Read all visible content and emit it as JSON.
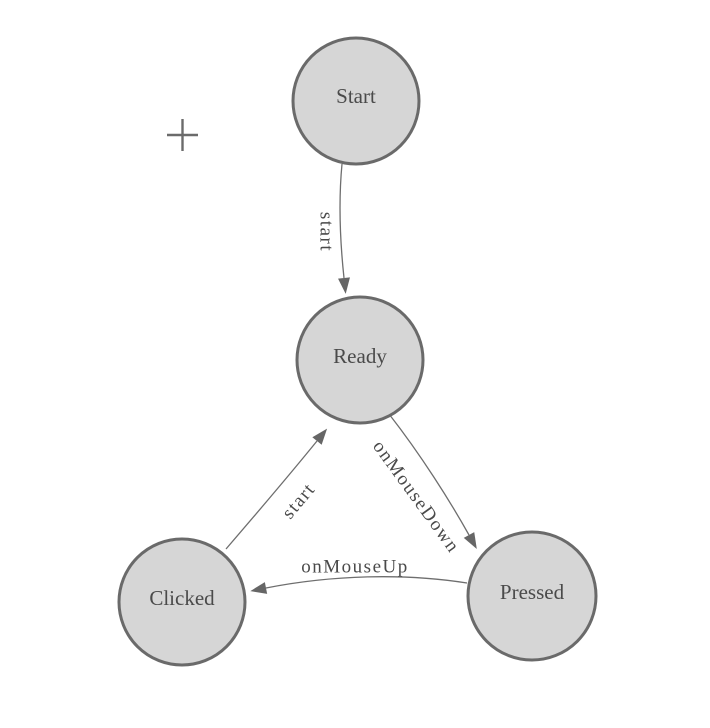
{
  "diagram": {
    "type": "finite-state-machine",
    "background": "#ffffff",
    "colors": {
      "node_fill": "#d6d6d6",
      "node_border": "#6a6a6a",
      "edge_line": "#6e6e6e",
      "arrow_fill": "#666666",
      "label_text": "#4a4a4a",
      "cursor": "#6b6b6b"
    },
    "nodes": [
      {
        "id": "start",
        "label": "Start"
      },
      {
        "id": "ready",
        "label": "Ready"
      },
      {
        "id": "clicked",
        "label": "Clicked"
      },
      {
        "id": "pressed",
        "label": "Pressed"
      }
    ],
    "edges": [
      {
        "from": "start",
        "to": "ready",
        "label": "start"
      },
      {
        "from": "ready",
        "to": "pressed",
        "label": "onMouseDown"
      },
      {
        "from": "pressed",
        "to": "clicked",
        "label": "onMouseUp"
      },
      {
        "from": "clicked",
        "to": "ready",
        "label": "start"
      }
    ],
    "cursor": {
      "icon": "crosshair"
    }
  }
}
